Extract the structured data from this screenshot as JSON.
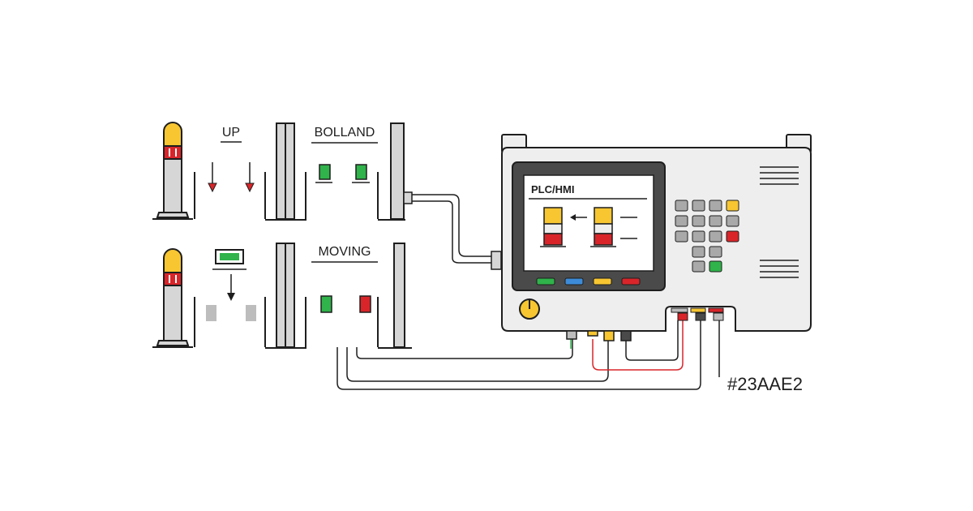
{
  "labels": {
    "up": "UP",
    "bolland": "BOLLAND",
    "moving": "MOVING",
    "screen_title": "PLC/HMI",
    "color_tag": "#23AAE2"
  },
  "colors": {
    "stroke": "#1e1e1e",
    "bollard_cap": "#F7C631",
    "bollard_band": "#D9252A",
    "bollard_body": "#D6D6D6",
    "indicator_green": "#2FB34A",
    "indicator_red": "#D9252A",
    "indicator_gray": "#BDBDBD",
    "arrow_red": "#D9252A",
    "panel_body": "#EEEEEE",
    "screen_frame": "#4A4A4A",
    "screen_bg": "#FFFFFF",
    "button_green": "#2FB34A",
    "button_blue": "#3D8BD8",
    "button_yellow": "#F7C631",
    "button_red": "#D9252A",
    "key_gray": "#A9A9A9",
    "key_yellow": "#F7C631",
    "key_red": "#D9252A",
    "key_green": "#2FB34A",
    "wire_red": "#D9252A",
    "wire_green": "#2FB34A"
  },
  "icons": [
    "bollard-icon",
    "down-arrow-icon",
    "status-indicator-icon",
    "control-panel-icon",
    "keypad-icon",
    "knob-icon",
    "connector-icon"
  ]
}
